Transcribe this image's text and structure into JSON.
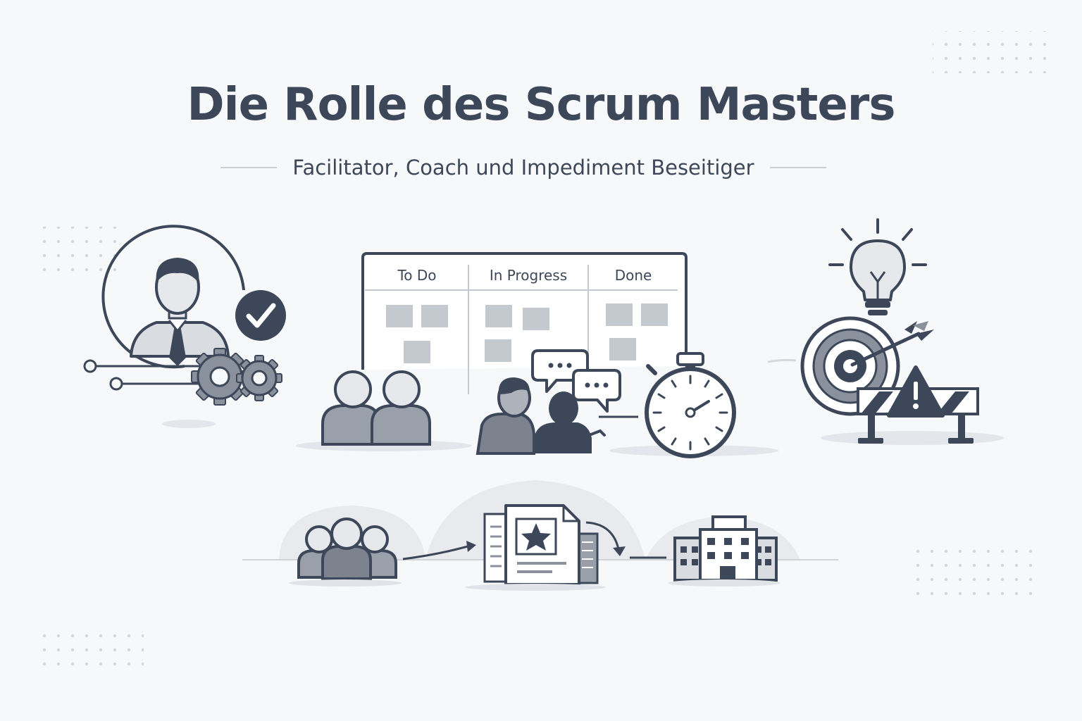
{
  "header": {
    "title": "Die Rolle des Scrum Masters",
    "subtitle": "Facilitator, Coach und Impediment Beseitiger"
  },
  "board": {
    "columns": [
      "To Do",
      "In Progress",
      "Done"
    ]
  },
  "colors": {
    "ink": "#3c4759",
    "mid_gray": "#8a909c",
    "light_gray": "#c4c8cf",
    "panel": "#e8eaee",
    "background": "#f7f8fa"
  },
  "icons": [
    "scrum-master-person-icon",
    "check-badge-icon",
    "gears-icon",
    "team-pair-icon",
    "discussion-people-icon",
    "chat-bubble-icon",
    "stopwatch-icon",
    "lightbulb-icon",
    "target-arrow-icon",
    "barrier-warning-icon",
    "team-group-icon",
    "document-star-icon",
    "organization-building-icon"
  ]
}
